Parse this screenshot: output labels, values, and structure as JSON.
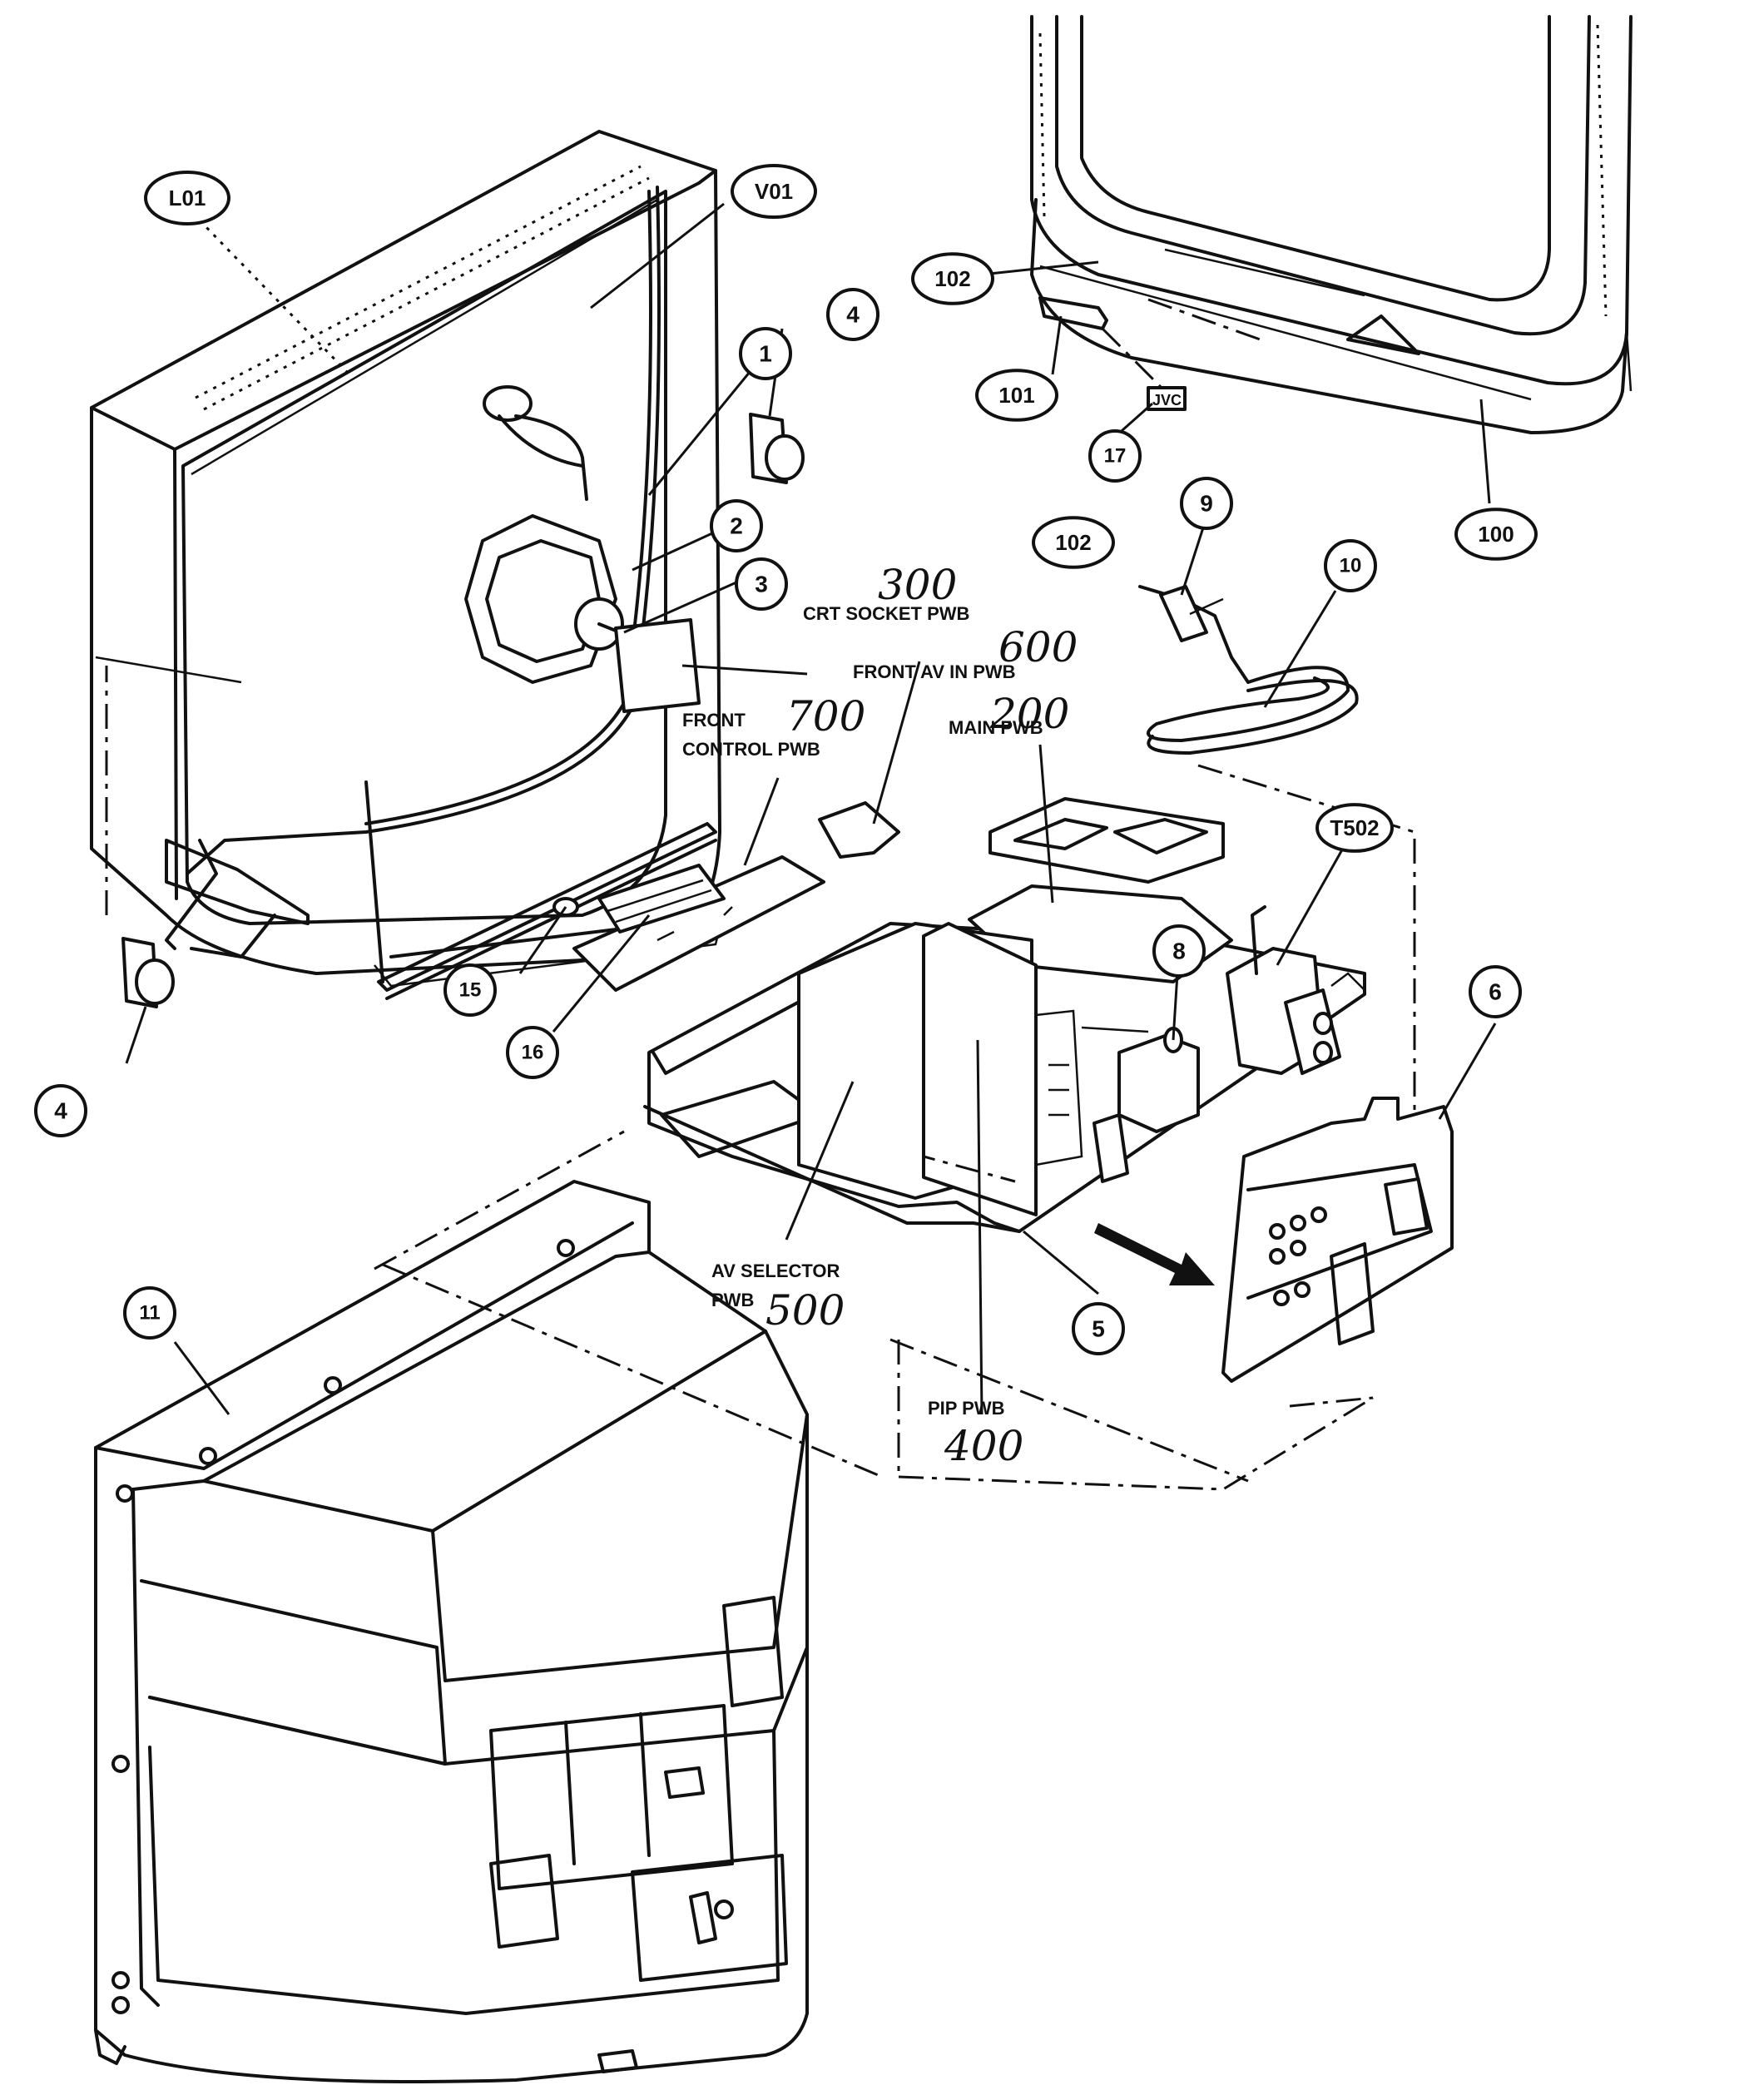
{
  "callouts": [
    {
      "id": "L01"
    },
    {
      "id": "V01"
    },
    {
      "id": "1"
    },
    {
      "id": "4"
    },
    {
      "id": "2"
    },
    {
      "id": "3"
    },
    {
      "id": "102"
    },
    {
      "id": "101"
    },
    {
      "id": "17"
    },
    {
      "id": "100"
    },
    {
      "id": "102"
    },
    {
      "id": "9"
    },
    {
      "id": "10"
    },
    {
      "id": "T502"
    },
    {
      "id": "8"
    },
    {
      "id": "6"
    },
    {
      "id": "15"
    },
    {
      "id": "16"
    },
    {
      "id": "4"
    },
    {
      "id": "5"
    },
    {
      "id": "11"
    }
  ],
  "labels": [
    {
      "text": "CRT SOCKET PWB"
    },
    {
      "text": "FRONT AV IN PWB"
    },
    {
      "text": "MAIN PWB"
    },
    {
      "text": "FRONT"
    },
    {
      "text": "CONTROL PWB"
    },
    {
      "text": "AV SELECTOR"
    },
    {
      "text": "PWB"
    },
    {
      "text": "PIP PWB"
    }
  ],
  "handwritten": [
    {
      "text": "300"
    },
    {
      "text": "600"
    },
    {
      "text": "200"
    },
    {
      "text": "700"
    },
    {
      "text": "500"
    },
    {
      "text": "400"
    }
  ]
}
